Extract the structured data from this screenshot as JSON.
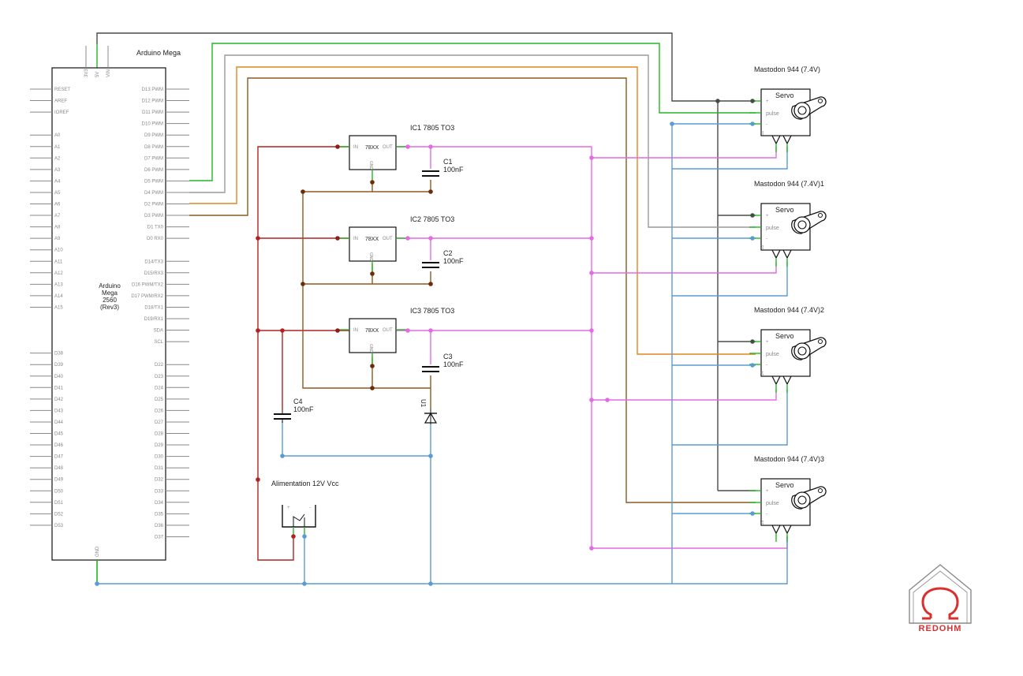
{
  "arduino": {
    "title": "Arduino Mega",
    "center_label": [
      "Arduino",
      "Mega",
      "2560",
      "(Rev3)"
    ],
    "top_pins": [
      "3V3",
      "5V",
      "VIN"
    ],
    "gnd_pin": "GND",
    "left_pins": [
      "RESET",
      "AREF",
      "IOREF",
      "",
      "A0",
      "A1",
      "A2",
      "A3",
      "A4",
      "A5",
      "A6",
      "A7",
      "A8",
      "A9",
      "A10",
      "A11",
      "A12",
      "A13",
      "A14",
      "A15",
      "",
      "",
      "",
      "D38",
      "D39",
      "D40",
      "D41",
      "D42",
      "D43",
      "D44",
      "D45",
      "D46",
      "D47",
      "D48",
      "D49",
      "D50",
      "D51",
      "D52",
      "D53"
    ],
    "right_pins": [
      "D13 PWM",
      "D12 PWM",
      "D11 PWM",
      "D10 PWM",
      "D9 PWM",
      "D8 PWM",
      "D7 PWM",
      "D6 PWM",
      "D5 PWM",
      "D4 PWM",
      "D2 PWM",
      "D3 PWM",
      "D1 TX0",
      "D0 RX0",
      "",
      "D14/TX3",
      "D15/RX3",
      "D16 PWM/TX2",
      "D17 PWM/RX2",
      "D18/TX1",
      "D19/RX1",
      "SDA",
      "SCL",
      "",
      "D22",
      "D23",
      "D24",
      "D25",
      "D26",
      "D27",
      "D28",
      "D29",
      "D30",
      "D31",
      "D32",
      "D33",
      "D34",
      "D35",
      "D36",
      "D37"
    ]
  },
  "regulators": [
    {
      "title": "IC1 7805 TO3",
      "chip": "78XX",
      "in": "IN",
      "out": "OUT",
      "gnd": "GND",
      "cap_name": "C1",
      "cap_value": "100nF"
    },
    {
      "title": "IC2 7805 TO3",
      "chip": "78XX",
      "in": "IN",
      "out": "OUT",
      "gnd": "GND",
      "cap_name": "C2",
      "cap_value": "100nF"
    },
    {
      "title": "IC3 7805 TO3",
      "chip": "78XX",
      "in": "IN",
      "out": "OUT",
      "gnd": "GND",
      "cap_name": "C3",
      "cap_value": "100nF"
    }
  ],
  "c4": {
    "name": "C4",
    "value": "100nF"
  },
  "diode": {
    "name": "U1"
  },
  "power": {
    "title": "Alimentation 12V Vcc",
    "plus": "+",
    "minus": "-"
  },
  "servos": [
    {
      "title": "Mastodon 944 (7.4V)",
      "label": "Servo",
      "pulse": "pulse",
      "ref": "J2"
    },
    {
      "title": "Mastodon 944 (7.4V)1",
      "label": "Servo",
      "pulse": "pulse",
      "ref": "J3"
    },
    {
      "title": "Mastodon 944 (7.4V)2",
      "label": "Servo",
      "pulse": "pulse",
      "ref": "J4"
    },
    {
      "title": "Mastodon 944 (7.4V)3",
      "label": "Servo",
      "pulse": "pulse",
      "ref": "J5"
    }
  ],
  "logo": {
    "text": "REDOHM"
  },
  "colors": {
    "green": "#22b822",
    "gray": "#9a9a9a",
    "dark": "#4a4a4a",
    "orange": "#e0861e",
    "brown": "#8a5a1e",
    "red": "#b22222",
    "magenta": "#e36be3",
    "blue": "#5b9bd5",
    "logo_red": "#d9302f",
    "logo_gray": "#8a8a8a"
  }
}
